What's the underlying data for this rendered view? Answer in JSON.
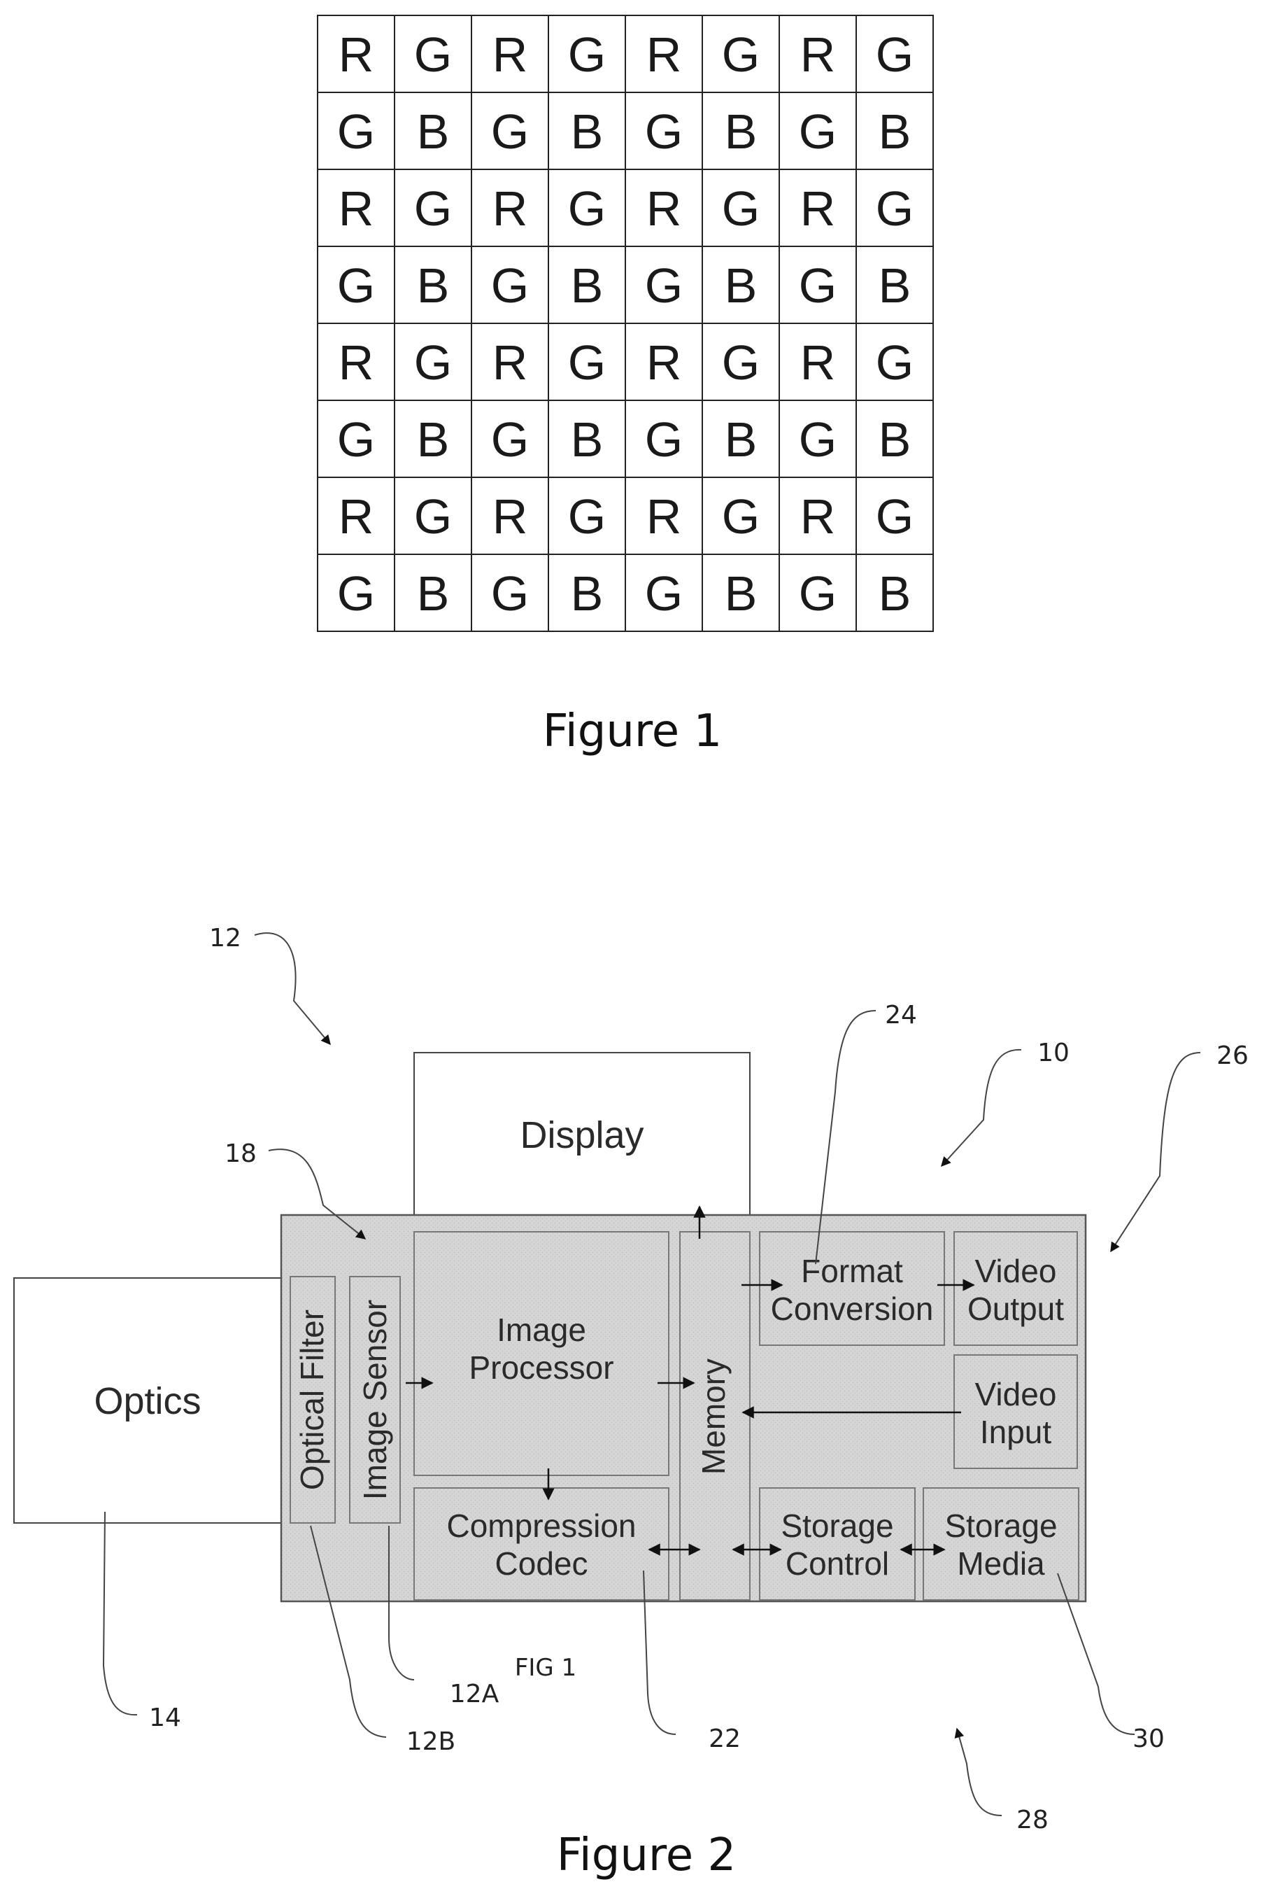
{
  "figure1": {
    "caption": "Figure 1",
    "grid": [
      [
        "R",
        "G",
        "R",
        "G",
        "R",
        "G",
        "R",
        "G"
      ],
      [
        "G",
        "B",
        "G",
        "B",
        "G",
        "B",
        "G",
        "B"
      ],
      [
        "R",
        "G",
        "R",
        "G",
        "R",
        "G",
        "R",
        "G"
      ],
      [
        "G",
        "B",
        "G",
        "B",
        "G",
        "B",
        "G",
        "B"
      ],
      [
        "R",
        "G",
        "R",
        "G",
        "R",
        "G",
        "R",
        "G"
      ],
      [
        "G",
        "B",
        "G",
        "B",
        "G",
        "B",
        "G",
        "B"
      ],
      [
        "R",
        "G",
        "R",
        "G",
        "R",
        "G",
        "R",
        "G"
      ],
      [
        "G",
        "B",
        "G",
        "B",
        "G",
        "B",
        "G",
        "B"
      ]
    ]
  },
  "figure2": {
    "caption": "Figure 2",
    "inner_label": "FIG 1",
    "blocks": {
      "display": "Display",
      "optics": "Optics",
      "optical_filter": "Optical Filter",
      "image_sensor": "Image Sensor",
      "image_processor": [
        "Image",
        "Processor"
      ],
      "compression_codec": [
        "Compression",
        "Codec"
      ],
      "memory": "Memory",
      "format_conversion": [
        "Format",
        "Conversion"
      ],
      "video_output": [
        "Video",
        "Output"
      ],
      "video_input": [
        "Video",
        "Input"
      ],
      "storage_control": [
        "Storage",
        "Control"
      ],
      "storage_media": [
        "Storage",
        "Media"
      ]
    },
    "refs": {
      "r12": "12",
      "r18": "18",
      "r24": "24",
      "r10": "10",
      "r26": "26",
      "r14": "14",
      "r12A": "12A",
      "r12B": "12B",
      "r22": "22",
      "r30": "30",
      "r28": "28"
    }
  }
}
